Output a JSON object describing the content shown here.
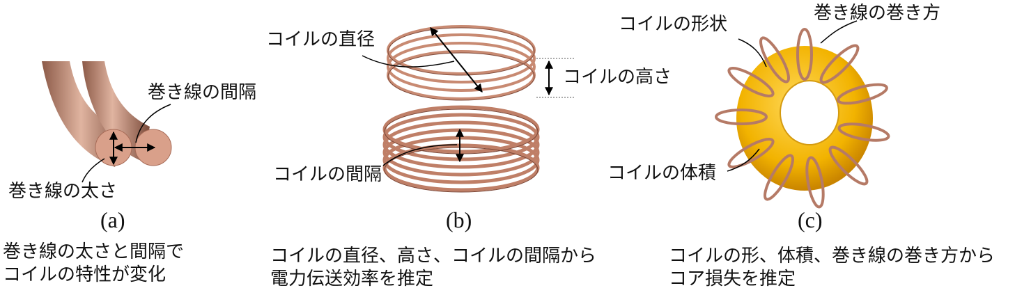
{
  "panels": [
    {
      "tag": "(a)",
      "labels": {
        "spacing": "巻き線の間隔",
        "thickness": "巻き線の太さ"
      },
      "caption": [
        "巻き線の太さと間隔で",
        "コイルの特性が変化"
      ]
    },
    {
      "tag": "(b)",
      "labels": {
        "diameter": "コイルの直径",
        "height": "コイルの高さ",
        "gap": "コイルの間隔"
      },
      "caption": [
        "コイルの直径、高さ、コイルの間隔から",
        "電力伝送効率を推定"
      ]
    },
    {
      "tag": "(c)",
      "labels": {
        "winding": "巻き線の巻き方",
        "shape": "コイルの形状",
        "volume": "コイルの体積"
      },
      "caption": [
        "コイルの形、体積、巻き線の巻き方から",
        "コア損失を推定"
      ]
    }
  ],
  "colors": {
    "copper": "#c98d73",
    "copper_dark": "#8a5242",
    "core": "#f2b300",
    "core_dark": "#c98400"
  },
  "icons": [
    "arrow-icon"
  ]
}
